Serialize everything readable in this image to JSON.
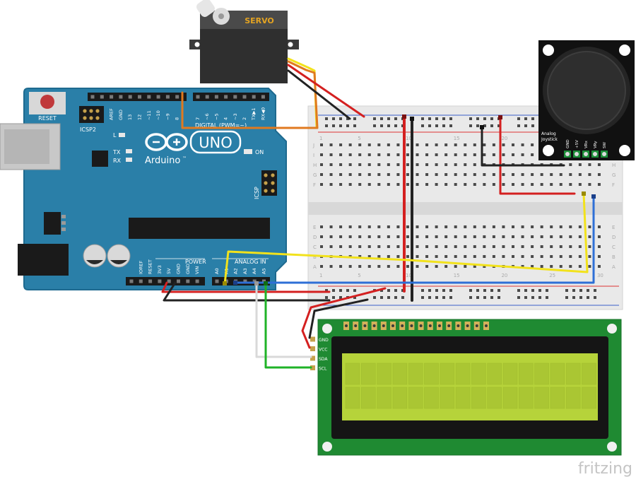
{
  "components": {
    "servo": {
      "label": "SERVO"
    },
    "arduino": {
      "logo_text": "Arduino",
      "model": "UNO",
      "tm": "™",
      "reset_label": "RESET",
      "icsp2_label": "ICSP2",
      "icsp_label": "ICSP",
      "led_labels": {
        "l": "L",
        "tx": "TX",
        "rx": "RX",
        "on": "ON"
      },
      "digital_header": "DIGITAL (PWM=~)",
      "digital_pins": [
        "AREF",
        "GND",
        "13",
        "12",
        "~11",
        "~10",
        "~9",
        "8",
        "7",
        "~6",
        "~5",
        "4",
        "~3",
        "2",
        "TX▶1",
        "RX◀0"
      ],
      "power_header": "POWER",
      "power_pins": [
        "IOREF",
        "RESET",
        "3V3",
        "5V",
        "GND",
        "GND",
        "VIN"
      ],
      "analog_header": "ANALOG IN",
      "analog_pins": [
        "A0",
        "A1",
        "A2",
        "A3",
        "A4",
        "A5"
      ]
    },
    "joystick": {
      "label_line1": "Analog",
      "label_line2": "Joystick",
      "pins": [
        "GND",
        "+5V",
        "VRx",
        "VRy",
        "SW"
      ]
    },
    "lcd": {
      "pins": [
        "GND",
        "VCC",
        "SDA",
        "SCL"
      ]
    },
    "breadboard": {
      "row_letters_top": [
        "J",
        "I",
        "H",
        "G",
        "F"
      ],
      "row_letters_bottom": [
        "E",
        "D",
        "C",
        "B",
        "A"
      ],
      "column_numbers": [
        "1",
        "5",
        "10",
        "15",
        "20",
        "25",
        "30"
      ]
    }
  },
  "watermark": "fritzing",
  "colors": {
    "board_blue": "#2a7fa8",
    "wire_red": "#d42020",
    "wire_black": "#222222",
    "wire_orange": "#e07a1f",
    "wire_yellow": "#f2e21c",
    "wire_blue": "#2e6fd6",
    "wire_green": "#1fb327",
    "wire_white": "#d9d9d9",
    "lcd_green": "#b6d33a",
    "pcb_green": "#1f8a32"
  }
}
